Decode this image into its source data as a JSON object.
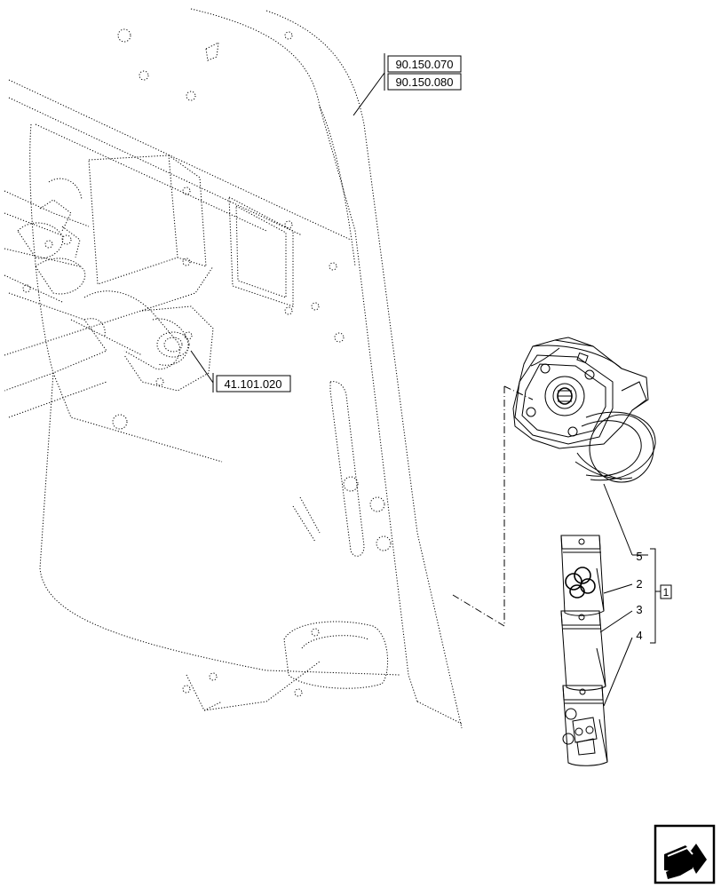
{
  "references": [
    {
      "id": "ref-a",
      "label": "90.150.070"
    },
    {
      "id": "ref-b",
      "label": "90.150.080"
    },
    {
      "id": "ref-c",
      "label": "41.101.020"
    }
  ],
  "callouts": {
    "item_5": "5",
    "item_2": "2",
    "item_3": "3",
    "item_4": "4",
    "group": "1"
  },
  "icons": {
    "nav": "arrow-return-icon"
  }
}
